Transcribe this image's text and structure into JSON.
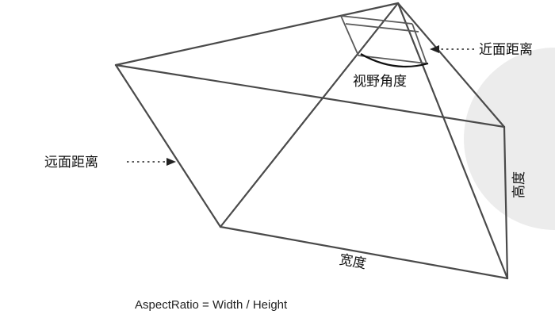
{
  "labels": {
    "near_plane": "近面距离",
    "far_plane": "远面距离",
    "fov": "视野角度",
    "height": "高度",
    "width": "宽度"
  },
  "formula": "AspectRatio = Width / Height",
  "colors": {
    "line": "#4a4a4a",
    "text": "#111111",
    "background": "#ffffff"
  }
}
